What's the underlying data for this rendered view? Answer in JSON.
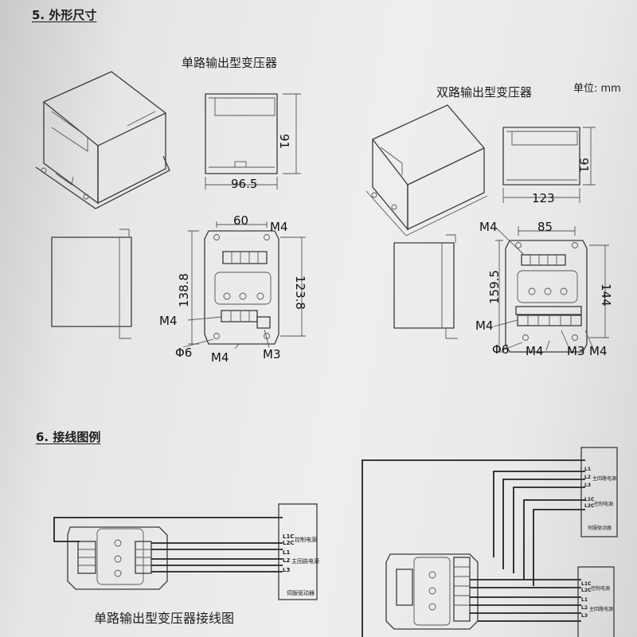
{
  "sections": {
    "outline": {
      "title": "5. 外形尺寸"
    },
    "wiring": {
      "title": "6. 接线图例"
    }
  },
  "outline": {
    "single_title": "单路输出型变压器",
    "dual_title": "双路输出型变压器",
    "unit": "单位: mm",
    "single_dims": {
      "width": "96.5",
      "height": "91",
      "hole_spacing": "60",
      "mount_height": "138.8",
      "inner_height": "123.8",
      "m4_top": "M4",
      "m4_side": "M4",
      "phi6": "Φ6",
      "m4_bottom": "M4",
      "m3": "M3"
    },
    "dual_dims": {
      "width": "123",
      "height": "91",
      "hole_spacing": "85",
      "mount_height": "159.5",
      "inner_height": "144",
      "m4_top": "M4",
      "m4_side": "M4",
      "phi6": "Φ6",
      "m4_bottom": "M4",
      "m3": "M3",
      "m4_right": "M4"
    }
  },
  "wiring": {
    "single_caption": "单路输出型变压器接线图",
    "drive_single": {
      "terminals": [
        "L1C",
        "L2C",
        "L1",
        "L2",
        "L3"
      ],
      "control_power_label": "控制电源",
      "main_power_label": "主回路电源",
      "drive_label": "伺服驱动器"
    },
    "drive_dual_a": {
      "terminals": [
        "L1",
        "L2",
        "L3",
        "L1C",
        "L2C"
      ],
      "control_power_label": "控制电源",
      "main_power_label": "主回路电源",
      "drive_label": "伺服驱动器"
    },
    "drive_dual_b": {
      "terminals": [
        "L1C",
        "L2C",
        "L1",
        "L2",
        "L3"
      ],
      "control_power_label": "控制电源",
      "main_power_label": "主回路电源"
    }
  }
}
